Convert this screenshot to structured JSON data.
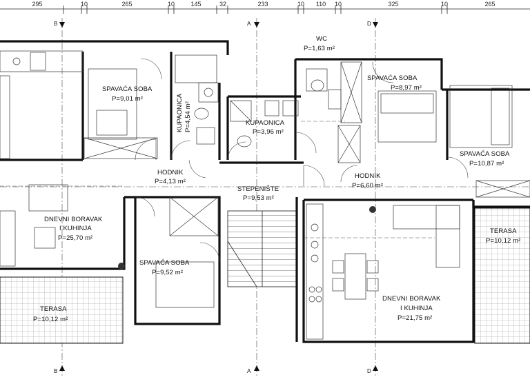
{
  "dimensions": [
    "295",
    "10",
    "265",
    "10",
    "145",
    "32",
    "233",
    "10",
    "110",
    "10",
    "325",
    "10",
    "265"
  ],
  "axes": {
    "a": "A",
    "b": "B",
    "d": "D"
  },
  "rooms": {
    "bed1": {
      "name": "SPAVAĆA SOBA",
      "area": "P=9,01 m²"
    },
    "bath1": {
      "name": "KUPAONICA",
      "area": "P=4,54 m²"
    },
    "bath2": {
      "name": "KUPAONICA",
      "area": "P=3,96 m²"
    },
    "wc": {
      "name": "WC",
      "area": "P=1,63 m²"
    },
    "bed2": {
      "name": "SPAVAĆA SOBA",
      "area": "P=8,97 m²"
    },
    "bed3": {
      "name": "SPAVAĆA SOBA",
      "area": "P=10,87 m²"
    },
    "hall1": {
      "name": "HODNIK",
      "area": "P=4,13 m²"
    },
    "stairs": {
      "name": "STEPENIŠTE",
      "area": "P=9,53 m²"
    },
    "hall2": {
      "name": "HODNIK",
      "area": "P=6,60 m²"
    },
    "living1": {
      "name1": "DNEVNI BORAVAK",
      "name2": "I KUHINJA",
      "area": "P=25,70 m²"
    },
    "bed4": {
      "name": "SPAVAĆA SOBA",
      "area": "P=9,52 m²"
    },
    "terrace1": {
      "name": "TERASA",
      "area": "P=10,12 m²"
    },
    "living2": {
      "name1": "DNEVNI BORAVAK",
      "name2": "I KUHINJA",
      "area": "P=21,75 m²"
    },
    "terrace2": {
      "name": "TERASA",
      "area": "P=10,12 m²"
    }
  }
}
